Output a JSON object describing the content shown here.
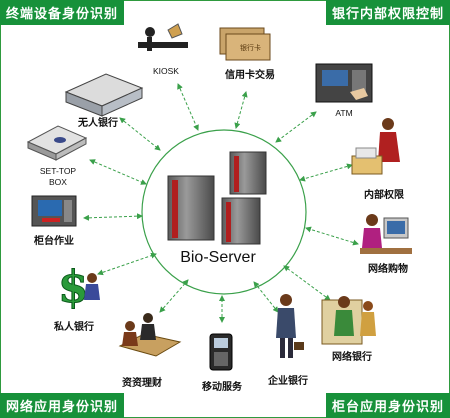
{
  "corners": {
    "top_left": "终端设备身份识别",
    "top_right": "银行内部权限控制",
    "bottom_left": "网络应用身份识别",
    "bottom_right": "柜台应用身份识别"
  },
  "center": {
    "label": "Bio-Server"
  },
  "nodes": {
    "kiosk": "KIOSK",
    "credit_card": "信用卡交易",
    "atm": "ATM",
    "unmanned_bank": "无人银行",
    "internal_authority": "内部权限",
    "settop_box_line1": "SET-TOP",
    "settop_box_line2": "BOX",
    "counter_ops": "柜台作业",
    "online_shopping": "网络购物",
    "private_bank": "私人银行",
    "online_bank": "网络银行",
    "wealth_mgmt": "资资理财",
    "mobile_service": "移动服务",
    "enterprise_bank": "企业银行",
    "card_text": "银行卡"
  },
  "colors": {
    "accent": "#17913a",
    "arrow": "#3aa04a",
    "server": "#b01e1e"
  }
}
